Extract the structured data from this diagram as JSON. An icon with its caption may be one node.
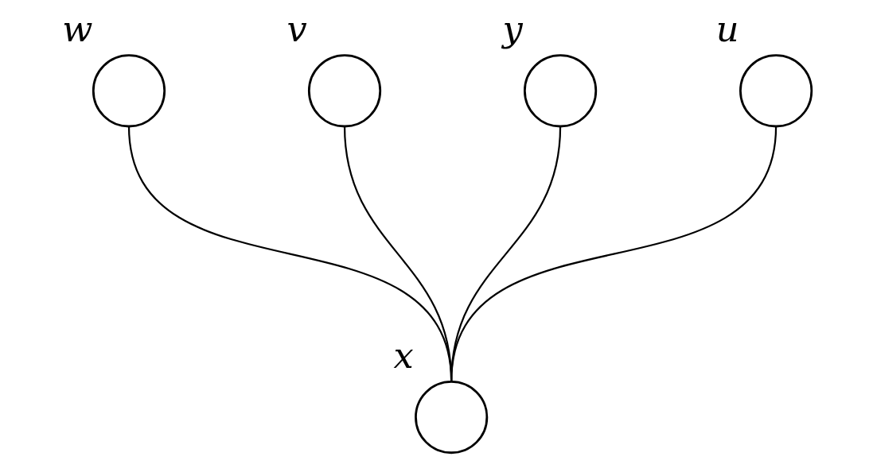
{
  "diagram": {
    "nodes": [
      {
        "text": [],
        "shape": "circle",
        "beside": [
          "w"
        ]
      },
      {
        "text": [],
        "shape": "circle",
        "beside": [
          "v"
        ]
      },
      {
        "text": [],
        "shape": "circle",
        "beside": [
          "y"
        ]
      },
      {
        "text": [],
        "shape": "circle",
        "beside": [
          "u"
        ]
      },
      {
        "text": [],
        "shape": "circle",
        "beside": [
          "x"
        ]
      }
    ],
    "edges": [
      {
        "from": 3,
        "to": 4,
        "arrow": "none"
      },
      {
        "from": 1,
        "to": 4,
        "arrow": "none"
      },
      {
        "from": 0,
        "to": 4,
        "arrow": "none"
      },
      {
        "from": 2,
        "to": 4,
        "arrow": "none"
      }
    ]
  }
}
